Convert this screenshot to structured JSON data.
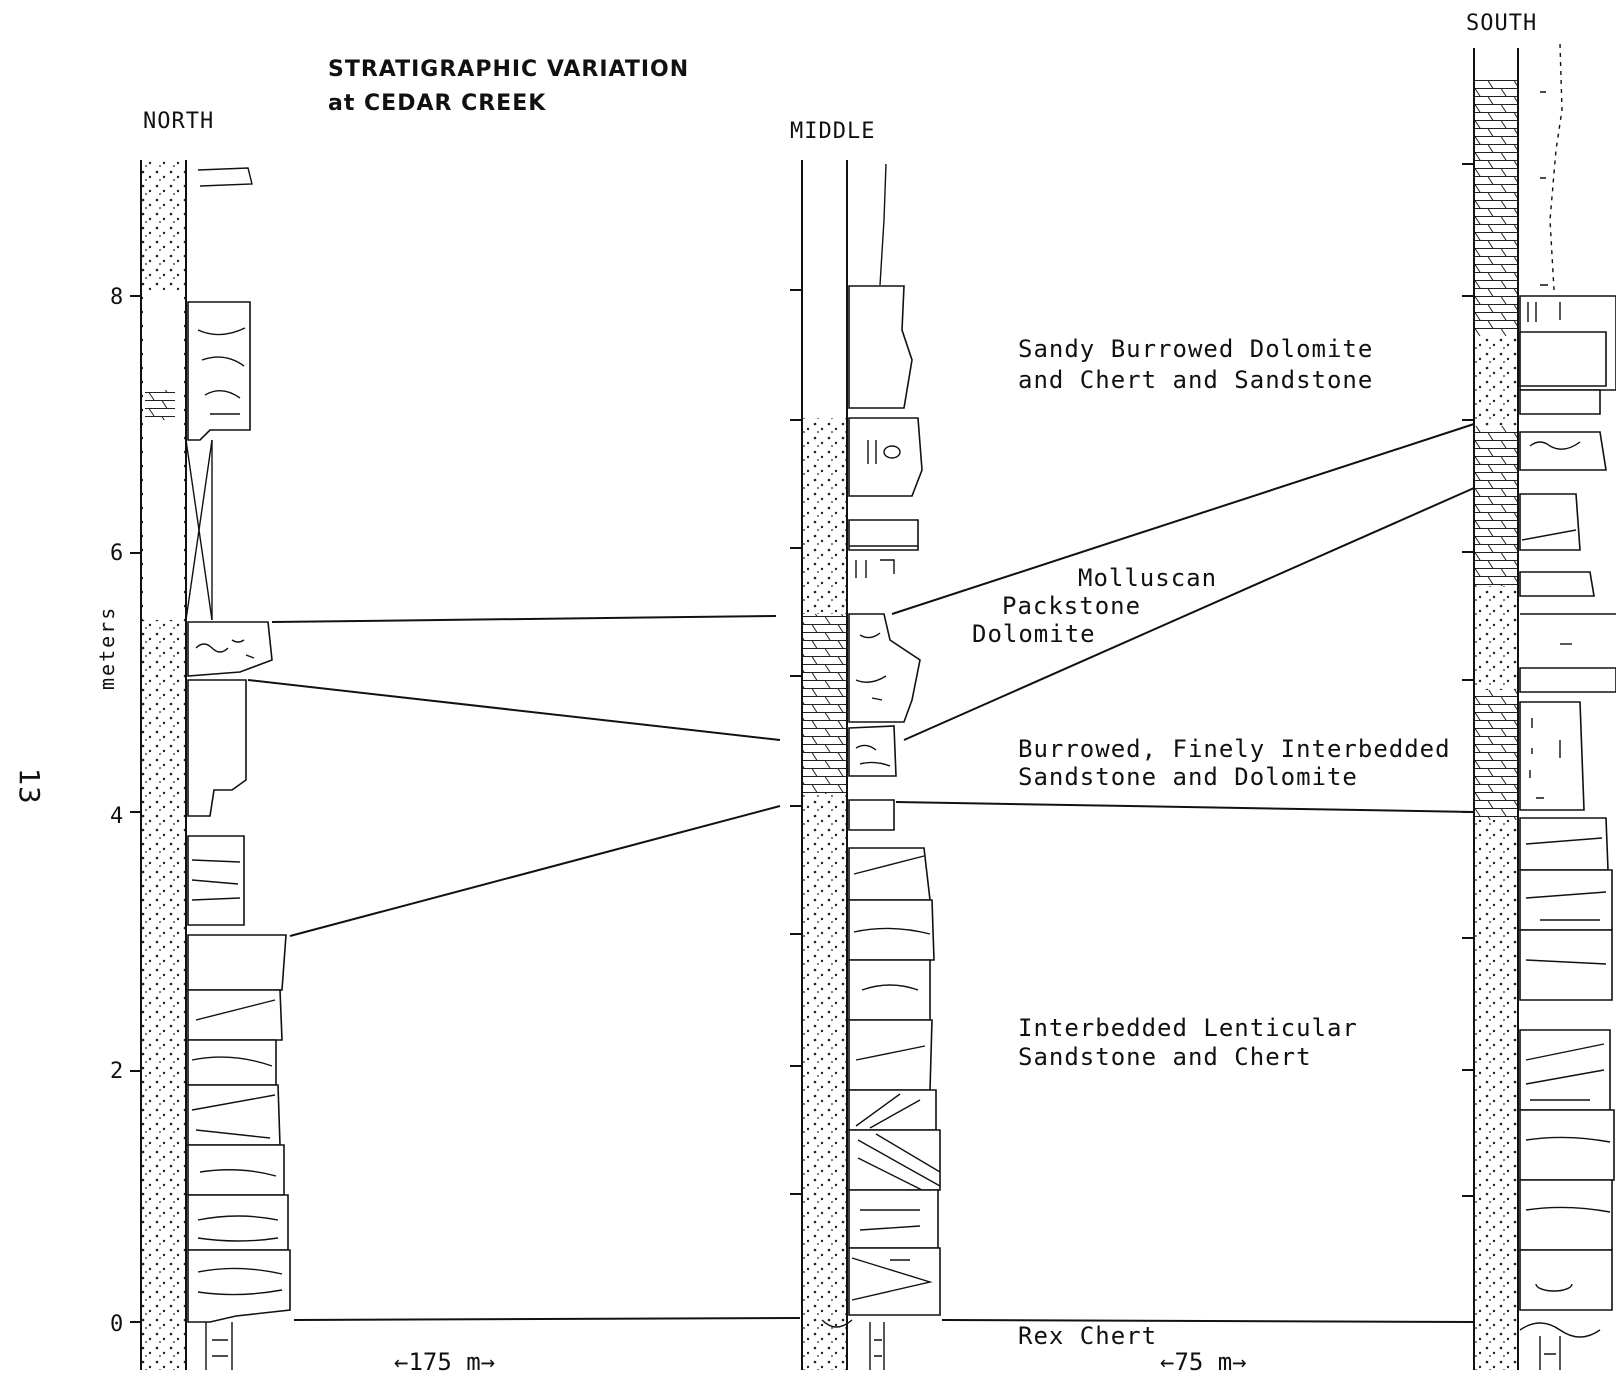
{
  "title": {
    "line1": "STRATIGRAPHIC VARIATION",
    "line2": "at CEDAR CREEK"
  },
  "page_number": "13",
  "y_axis": {
    "label": "meters",
    "ticks": [
      "0",
      "2",
      "4",
      "6",
      "8"
    ]
  },
  "columns": {
    "north": "NORTH",
    "middle": "MIDDLE",
    "south": "SOUTH"
  },
  "distances": {
    "north_middle": "←175 m→",
    "middle_south": "←75 m→"
  },
  "units": [
    {
      "lines": [
        "Sandy Burrowed Dolomite",
        "and Chert and Sandstone"
      ]
    },
    {
      "lines": [
        "Molluscan",
        "Packstone",
        "Dolomite"
      ]
    },
    {
      "lines": [
        "Burrowed, Finely Interbedded",
        "Sandstone and Dolomite"
      ]
    },
    {
      "lines": [
        "Interbedded Lenticular",
        "Sandstone and Chert"
      ]
    },
    {
      "lines": [
        "Rex Chert"
      ]
    }
  ]
}
